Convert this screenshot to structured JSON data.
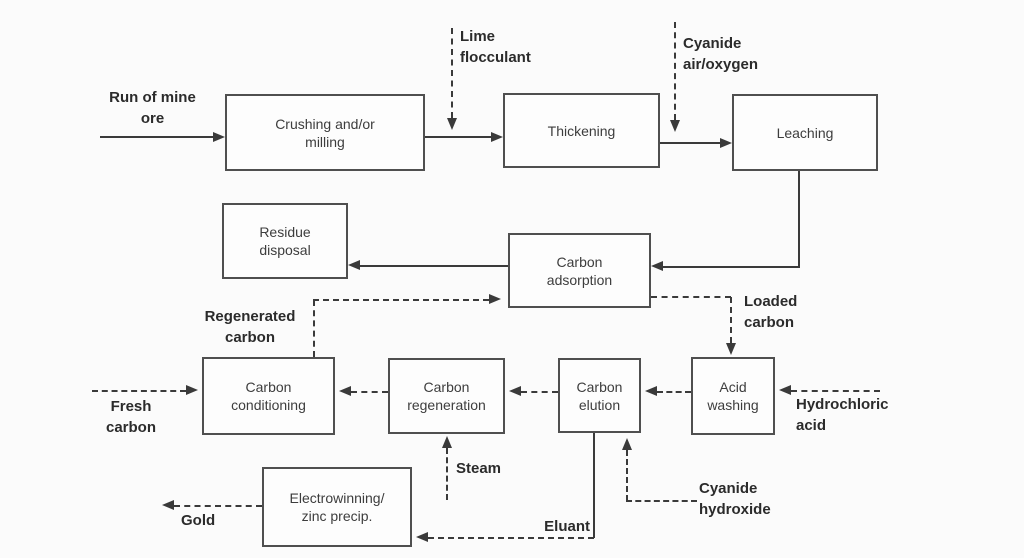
{
  "nodes": {
    "crushing": {
      "lines": [
        "Crushing and/or",
        "milling"
      ]
    },
    "thickening": {
      "lines": [
        "Thickening"
      ]
    },
    "leaching": {
      "lines": [
        "Leaching"
      ]
    },
    "residue_disposal": {
      "lines": [
        "Residue",
        "disposal"
      ]
    },
    "carbon_adsorption": {
      "lines": [
        "Carbon",
        "adsorption"
      ]
    },
    "carbon_conditioning": {
      "lines": [
        "Carbon",
        "conditioning"
      ]
    },
    "carbon_regeneration": {
      "lines": [
        "Carbon",
        "regeneration"
      ]
    },
    "carbon_elution": {
      "lines": [
        "Carbon",
        "elution"
      ]
    },
    "acid_washing": {
      "lines": [
        "Acid",
        "washing"
      ]
    },
    "electrowinning": {
      "lines": [
        "Electrowinning/",
        "zinc precip."
      ]
    }
  },
  "labels": {
    "run_of_mine": {
      "lines": [
        "Run of mine",
        "ore"
      ]
    },
    "lime_flocculant": {
      "lines": [
        "Lime",
        "flocculant"
      ]
    },
    "cyanide_air_oxygen": {
      "lines": [
        "Cyanide",
        "air/oxygen"
      ]
    },
    "loaded_carbon": {
      "lines": [
        "Loaded",
        "carbon"
      ]
    },
    "regenerated_carbon": {
      "lines": [
        "Regenerated",
        "carbon"
      ]
    },
    "fresh_carbon": {
      "lines": [
        "Fresh",
        "carbon"
      ]
    },
    "hydrochloric_acid": {
      "lines": [
        "Hydrochloric",
        "acid"
      ]
    },
    "steam": {
      "lines": [
        "Steam"
      ]
    },
    "cyanide_hydroxide": {
      "lines": [
        "Cyanide",
        "hydroxide"
      ]
    },
    "eluant": {
      "lines": [
        "Eluant"
      ]
    },
    "gold": {
      "lines": [
        "Gold"
      ]
    }
  },
  "edges": [
    {
      "from": "Run of mine ore",
      "to": "Crushing and/or milling",
      "style": "solid"
    },
    {
      "from": "Crushing and/or milling",
      "to": "Thickening",
      "style": "solid"
    },
    {
      "from": "Lime flocculant",
      "to": "Crushing-Thickening stream",
      "style": "dashed"
    },
    {
      "from": "Thickening",
      "to": "Leaching",
      "style": "solid"
    },
    {
      "from": "Cyanide air/oxygen",
      "to": "Thickening-Leaching stream",
      "style": "dashed"
    },
    {
      "from": "Leaching",
      "to": "Carbon adsorption",
      "style": "solid"
    },
    {
      "from": "Carbon adsorption",
      "to": "Residue disposal",
      "style": "solid"
    },
    {
      "from": "Carbon adsorption",
      "to": "Acid washing",
      "style": "dashed",
      "label": "Loaded carbon"
    },
    {
      "from": "Hydrochloric acid",
      "to": "Acid washing",
      "style": "dashed"
    },
    {
      "from": "Acid washing",
      "to": "Carbon elution",
      "style": "dashed"
    },
    {
      "from": "Carbon elution",
      "to": "Carbon regeneration",
      "style": "dashed"
    },
    {
      "from": "Carbon regeneration",
      "to": "Carbon conditioning",
      "style": "dashed"
    },
    {
      "from": "Fresh carbon",
      "to": "Carbon conditioning",
      "style": "dashed"
    },
    {
      "from": "Carbon conditioning",
      "to": "Carbon adsorption",
      "style": "dashed",
      "label": "Regenerated carbon"
    },
    {
      "from": "Steam",
      "to": "Carbon regeneration",
      "style": "dashed"
    },
    {
      "from": "Cyanide hydroxide",
      "to": "Carbon elution",
      "style": "dashed"
    },
    {
      "from": "Carbon elution",
      "to": "Electrowinning/zinc precip.",
      "style": "solid-then-dashed",
      "label": "Eluant"
    },
    {
      "from": "Electrowinning/zinc precip.",
      "to": "Gold",
      "style": "dashed"
    }
  ],
  "colors": {
    "background": "#fbfbfb",
    "box_fill": "#fdfdfd",
    "box_border": "#4f4f4f",
    "line": "#3a3a3a",
    "box_text": "#3d3d3d",
    "label_text": "#2b2b2b"
  }
}
